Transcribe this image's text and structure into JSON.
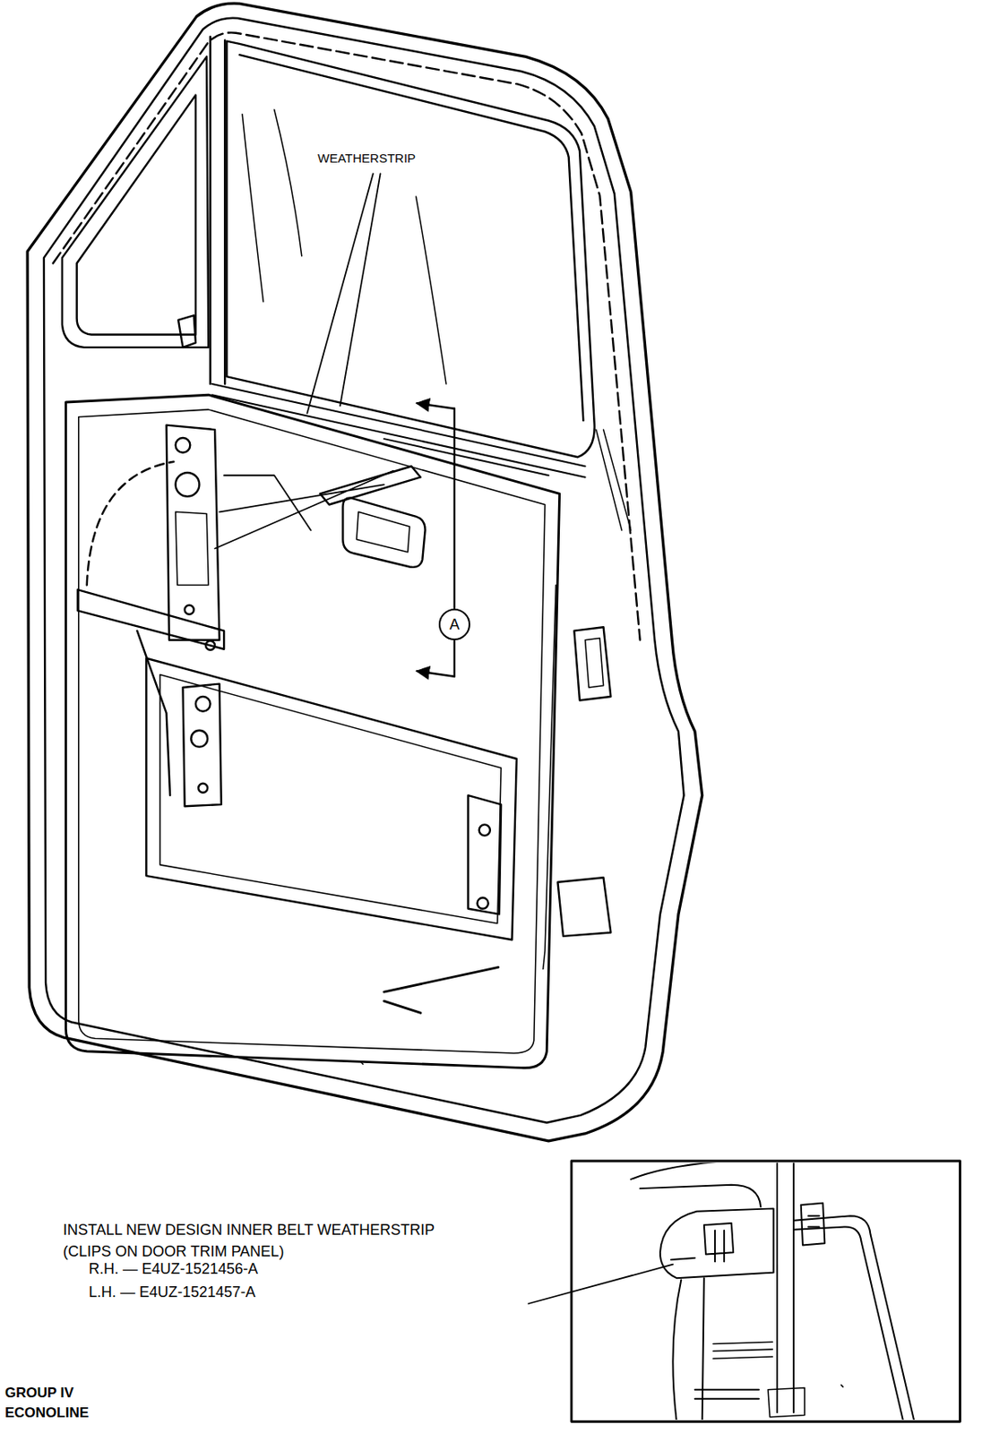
{
  "diagram": {
    "nodes": [
      {
        "text": [
          "A"
        ]
      }
    ],
    "labels": [
      "WEATHERSTRIP",
      "INSTALL NEW DESIGN INNER BELT WEATHERSTRIP (CLIPS ON DOOR TRIM PANEL)",
      "R.H. — E4UZ-1521456-A",
      "L.H. — E4UZ-1521457-A",
      "GROUP IV",
      "ECONOLINE"
    ]
  }
}
